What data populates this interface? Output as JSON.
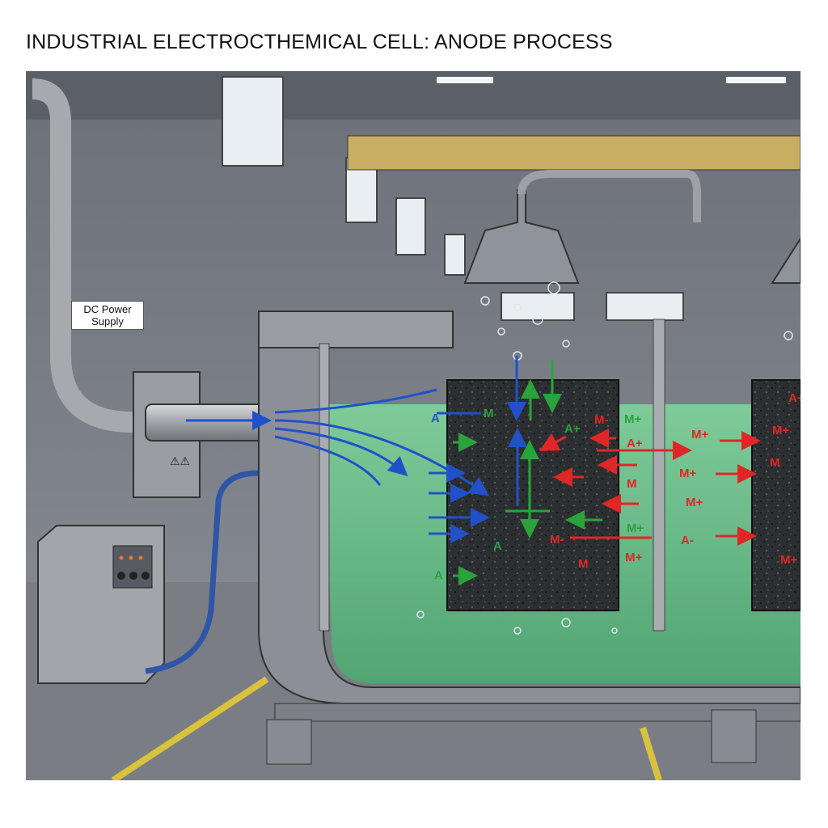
{
  "title": "INDUSTRIAL ELECTROCTHEMICAL CELL: ANODE PROCESS",
  "labels": {
    "power_supply": "DC Power Supply"
  },
  "colors": {
    "electrolyte": "#5fbf85",
    "anode": "#2c2f31",
    "electron_flow": "#2151c8",
    "cation_red": "#e02626",
    "ion_green": "#2aa33a",
    "ceiling_crane": "#c9ad62"
  },
  "ions": [
    {
      "text": "A",
      "color": "#2151c8"
    },
    {
      "text": "M",
      "color": "#2aa33a"
    },
    {
      "text": "A+",
      "color": "#2aa33a"
    },
    {
      "text": "A",
      "color": "#2aa33a"
    },
    {
      "text": "A",
      "color": "#2aa33a"
    },
    {
      "text": "M+",
      "color": "#2aa33a"
    },
    {
      "text": "M+",
      "color": "#2aa33a"
    },
    {
      "text": "M-",
      "color": "#e02626"
    },
    {
      "text": "A+",
      "color": "#e02626"
    },
    {
      "text": "M+",
      "color": "#e02626"
    },
    {
      "text": "M+",
      "color": "#e02626"
    },
    {
      "text": "M",
      "color": "#e02626"
    },
    {
      "text": "M+",
      "color": "#e02626"
    },
    {
      "text": "M-",
      "color": "#e02626"
    },
    {
      "text": "A-",
      "color": "#e02626"
    },
    {
      "text": "M+",
      "color": "#e02626"
    },
    {
      "text": "M",
      "color": "#e02626"
    },
    {
      "text": "A+",
      "color": "#e02626"
    },
    {
      "text": "M+",
      "color": "#e02626"
    },
    {
      "text": "M",
      "color": "#e02626"
    },
    {
      "text": "M+",
      "color": "#e02626"
    }
  ]
}
